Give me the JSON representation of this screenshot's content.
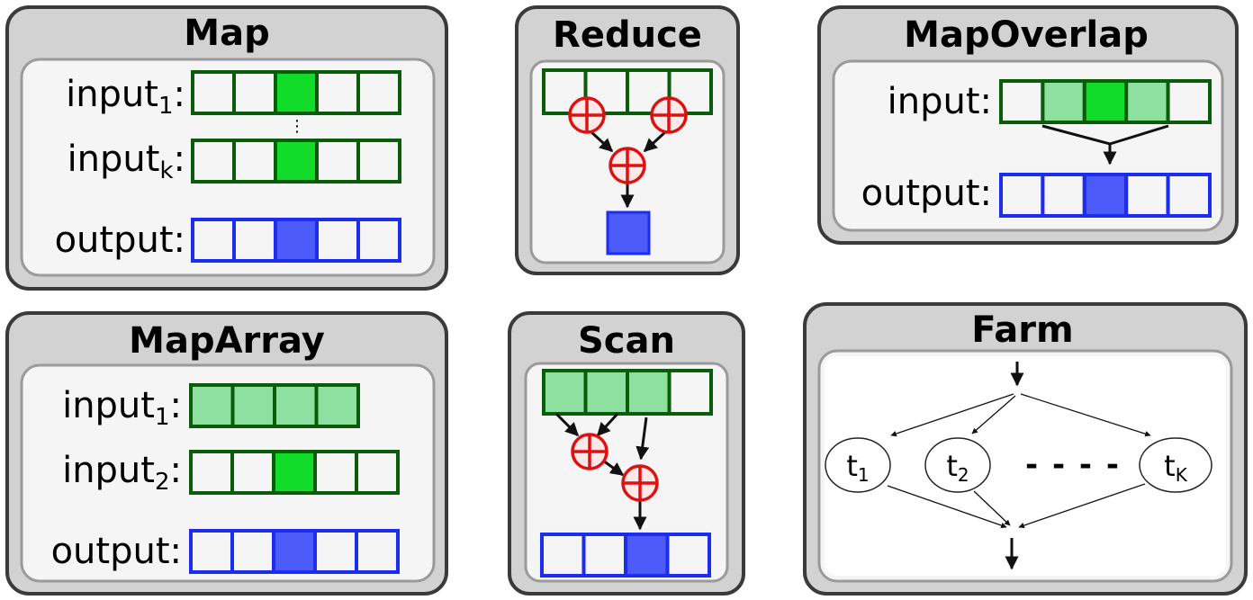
{
  "panels": {
    "map": {
      "title": "Map",
      "rows": [
        {
          "label": "input",
          "sub": "1",
          "suffix": ":",
          "cells": [
            "empty",
            "empty",
            "bright",
            "empty",
            "empty"
          ]
        },
        {
          "label": "input",
          "sub": "k",
          "suffix": ":",
          "cells": [
            "empty",
            "empty",
            "bright",
            "empty",
            "empty"
          ]
        },
        {
          "label": "output",
          "sub": "",
          "suffix": ":",
          "cells": [
            "empty",
            "empty",
            "blue",
            "empty",
            "empty"
          ]
        }
      ],
      "ellipsis": "⋮"
    },
    "reduce": {
      "title": "Reduce",
      "input_cells": [
        "empty",
        "empty",
        "empty",
        "empty"
      ],
      "operator": "⊕"
    },
    "mapoverlap": {
      "title": "MapOverlap",
      "rows": [
        {
          "label": "input",
          "sub": "",
          "suffix": ":",
          "cells": [
            "empty",
            "light",
            "bright",
            "light",
            "empty"
          ]
        },
        {
          "label": "output",
          "sub": "",
          "suffix": ":",
          "cells": [
            "empty",
            "empty",
            "blue",
            "empty",
            "empty"
          ]
        }
      ]
    },
    "maparray": {
      "title": "MapArray",
      "rows": [
        {
          "label": "input",
          "sub": "1",
          "suffix": ":",
          "cells": [
            "light",
            "light",
            "light",
            "light"
          ]
        },
        {
          "label": "input",
          "sub": "2",
          "suffix": ":",
          "cells": [
            "empty",
            "empty",
            "bright",
            "empty",
            "empty"
          ]
        },
        {
          "label": "output",
          "sub": "",
          "suffix": ":",
          "cells": [
            "empty",
            "empty",
            "blue",
            "empty",
            "empty"
          ]
        }
      ]
    },
    "scan": {
      "title": "Scan",
      "input_cells": [
        "light",
        "light",
        "light",
        "empty"
      ],
      "output_cells": [
        "empty",
        "empty",
        "blue",
        "empty"
      ],
      "operator": "⊕"
    },
    "farm": {
      "title": "Farm",
      "workers": [
        {
          "label": "t",
          "sub": "1"
        },
        {
          "label": "t",
          "sub": "2"
        },
        {
          "label": "t",
          "sub": "K"
        }
      ],
      "dots": "- - - -"
    }
  },
  "colors": {
    "panel_outer": "#d2d2d2",
    "panel_border": "#3a3a3a",
    "panel_inner": "#f5f5f5",
    "panel_inner_border": "#9a9a9a",
    "green_stroke": "#0a5c0a",
    "blue_stroke": "#1c2cf0",
    "cell_empty": "#f5f5f5",
    "cell_light": "#8ee0a0",
    "cell_bright": "#12dc2a",
    "cell_blue": "#4c5bf8",
    "operator_red": "#dd1111",
    "operator_fill": "#ffe8e8"
  }
}
